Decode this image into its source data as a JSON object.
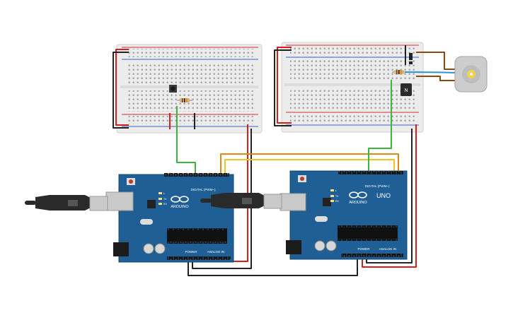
{
  "colors": {
    "board": "#1f5f95",
    "board_edge": "#164a77",
    "breadboard": "#e9e9e9",
    "rail_red": "#d62e2e",
    "rail_blue": "#3a5fbf",
    "wire_red": "#d41f1f",
    "wire_black": "#222222",
    "wire_green": "#3bb63b",
    "wire_yellow": "#f0c419",
    "wire_orange": "#e08a12",
    "wire_brown": "#8b4a13",
    "wire_blue": "#2b95d6",
    "usb_cable": "#2a2a2a",
    "usb_plug": "#c9c9c9"
  },
  "arduino_left": {
    "logo_text": "ARDUINO",
    "digital_label": "DIGITAL (PWM~)",
    "power_label": "POWER",
    "analog_label": "ANALOG IN",
    "led_labels": [
      "L",
      "TX",
      "RX"
    ]
  },
  "arduino_right": {
    "logo_text": "ARDUINO",
    "model": "UNO",
    "digital_label": "DIGITAL (PWM~)",
    "power_label": "POWER",
    "analog_label": "ANALOG IN",
    "led_labels": [
      "L",
      "TX",
      "RX"
    ]
  },
  "transistor_label": "N",
  "icons": {
    "motor": "dc-motor-icon",
    "usb": "usb-cable-icon",
    "button": "pushbutton-icon"
  }
}
